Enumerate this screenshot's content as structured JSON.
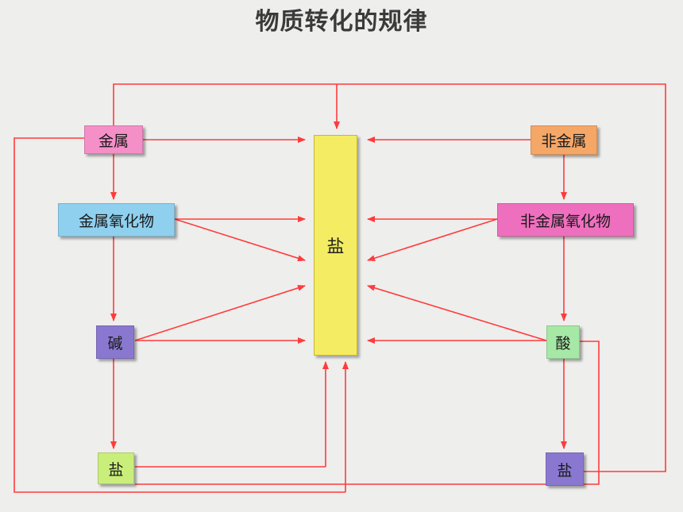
{
  "title": "物质转化的规律",
  "nodes": {
    "metal": "金属",
    "metal_oxide": "金属氧化物",
    "base": "碱",
    "salt_left": "盐",
    "nonmetal": "非金属",
    "nonmetal_oxide": "非金属氧化物",
    "acid": "酸",
    "salt_right": "盐",
    "salt_center": "盐"
  },
  "colors": {
    "line": "#ff3b3b",
    "metal": "#f58fc8",
    "metal_oxide": "#8fd0ef",
    "base": "#8a78d0",
    "salt_left": "#c9ee7a",
    "nonmetal": "#f5a768",
    "nonmetal_oxide": "#ef6fbf",
    "acid": "#a6e8a6",
    "salt_right": "#8a78d0",
    "salt_center": "#f4ec62"
  }
}
